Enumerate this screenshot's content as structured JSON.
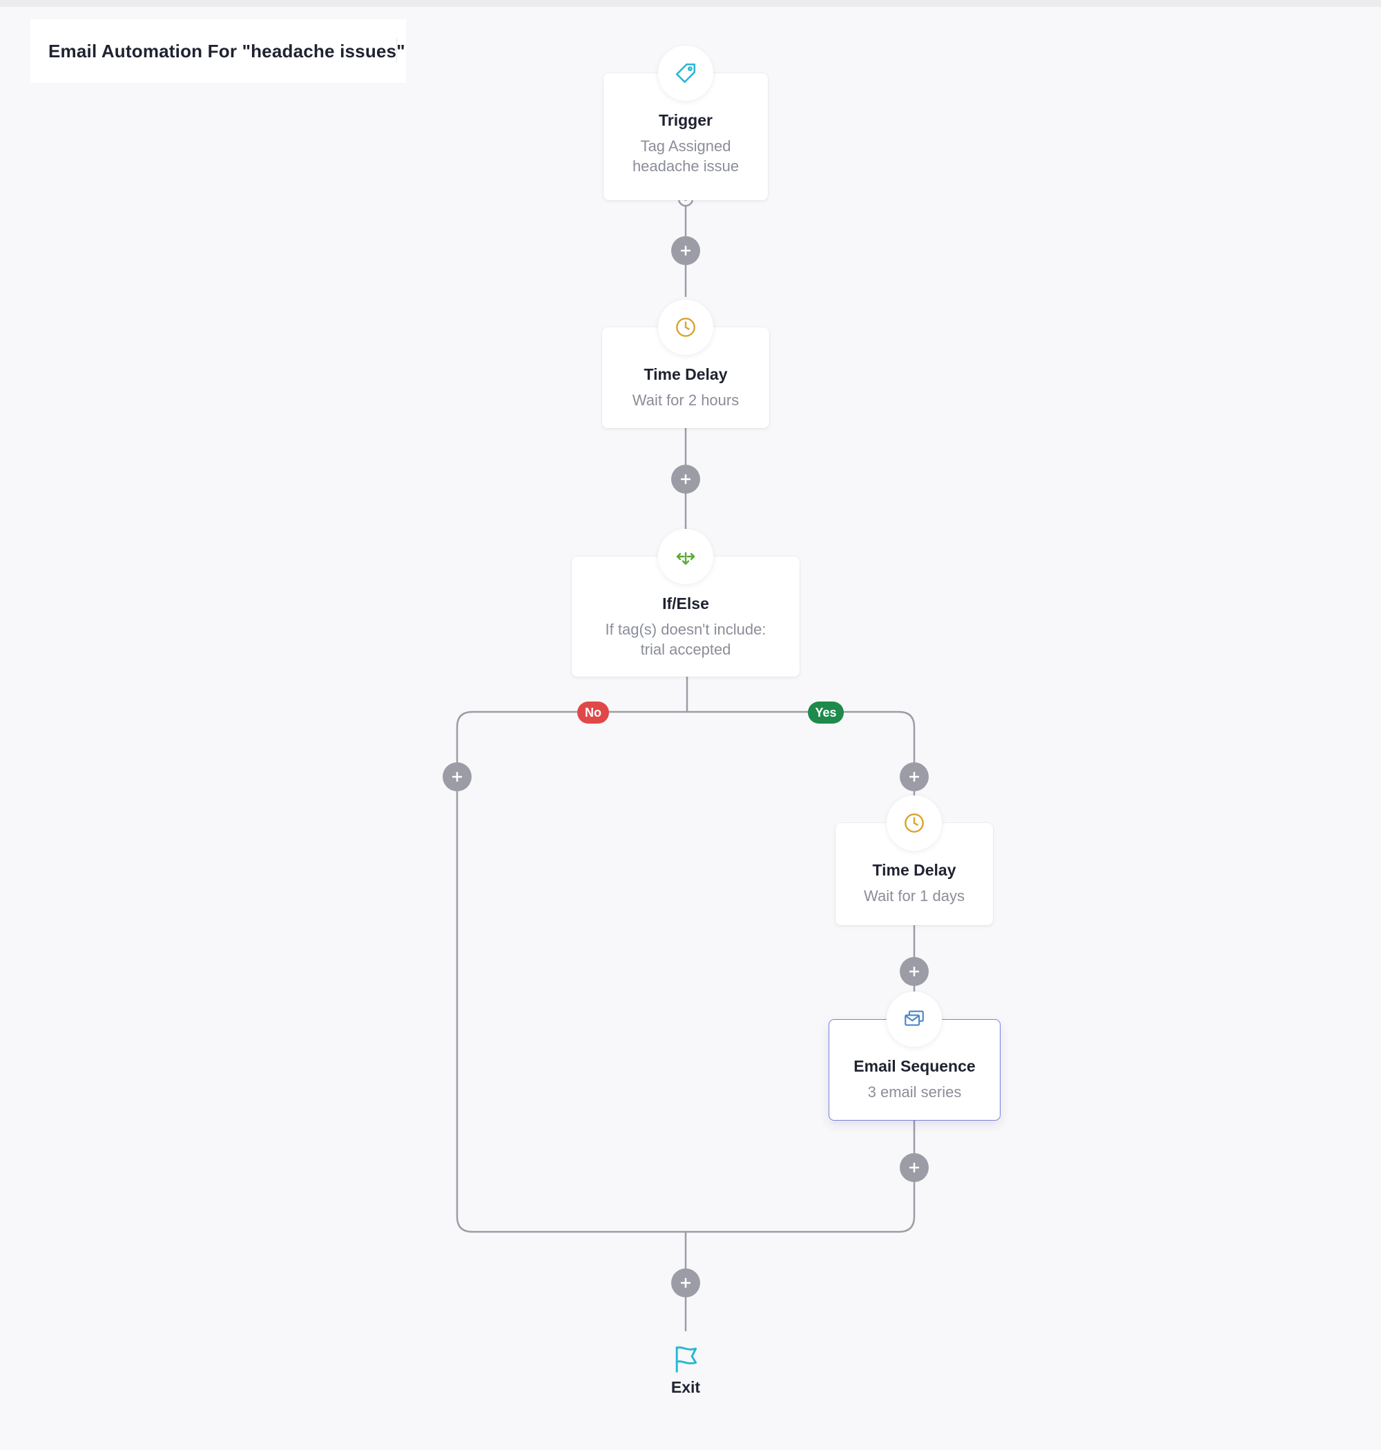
{
  "header": {
    "title": "Email Automation For \"headache issues\""
  },
  "nodes": {
    "trigger": {
      "icon": "tag-icon",
      "title": "Trigger",
      "line1": "Tag Assigned",
      "line2": "headache issue"
    },
    "delay1": {
      "icon": "clock-icon",
      "title": "Time Delay",
      "sub": "Wait for 2 hours"
    },
    "ifelse": {
      "icon": "split-arrows-icon",
      "title": "If/Else",
      "line1": "If tag(s) doesn't include:",
      "line2": "trial accepted"
    },
    "delay2": {
      "icon": "clock-icon",
      "title": "Time Delay",
      "sub": "Wait for 1 days"
    },
    "email": {
      "icon": "email-sequence-icon",
      "title": "Email Sequence",
      "sub": "3 email series"
    },
    "exit": {
      "icon": "flag-icon",
      "label": "Exit"
    }
  },
  "branches": {
    "no_label": "No",
    "yes_label": "Yes"
  },
  "colors": {
    "no_badge": "#e04848",
    "yes_badge": "#1e8a4c",
    "tag_icon": "#27b6d6",
    "clock_icon": "#d9a32e",
    "split_icon": "#5aa832",
    "email_icon": "#4a86c8",
    "flag_icon": "#27b6d6",
    "connector": "#9c9ca6",
    "selected_border": "#7b7fd9"
  }
}
